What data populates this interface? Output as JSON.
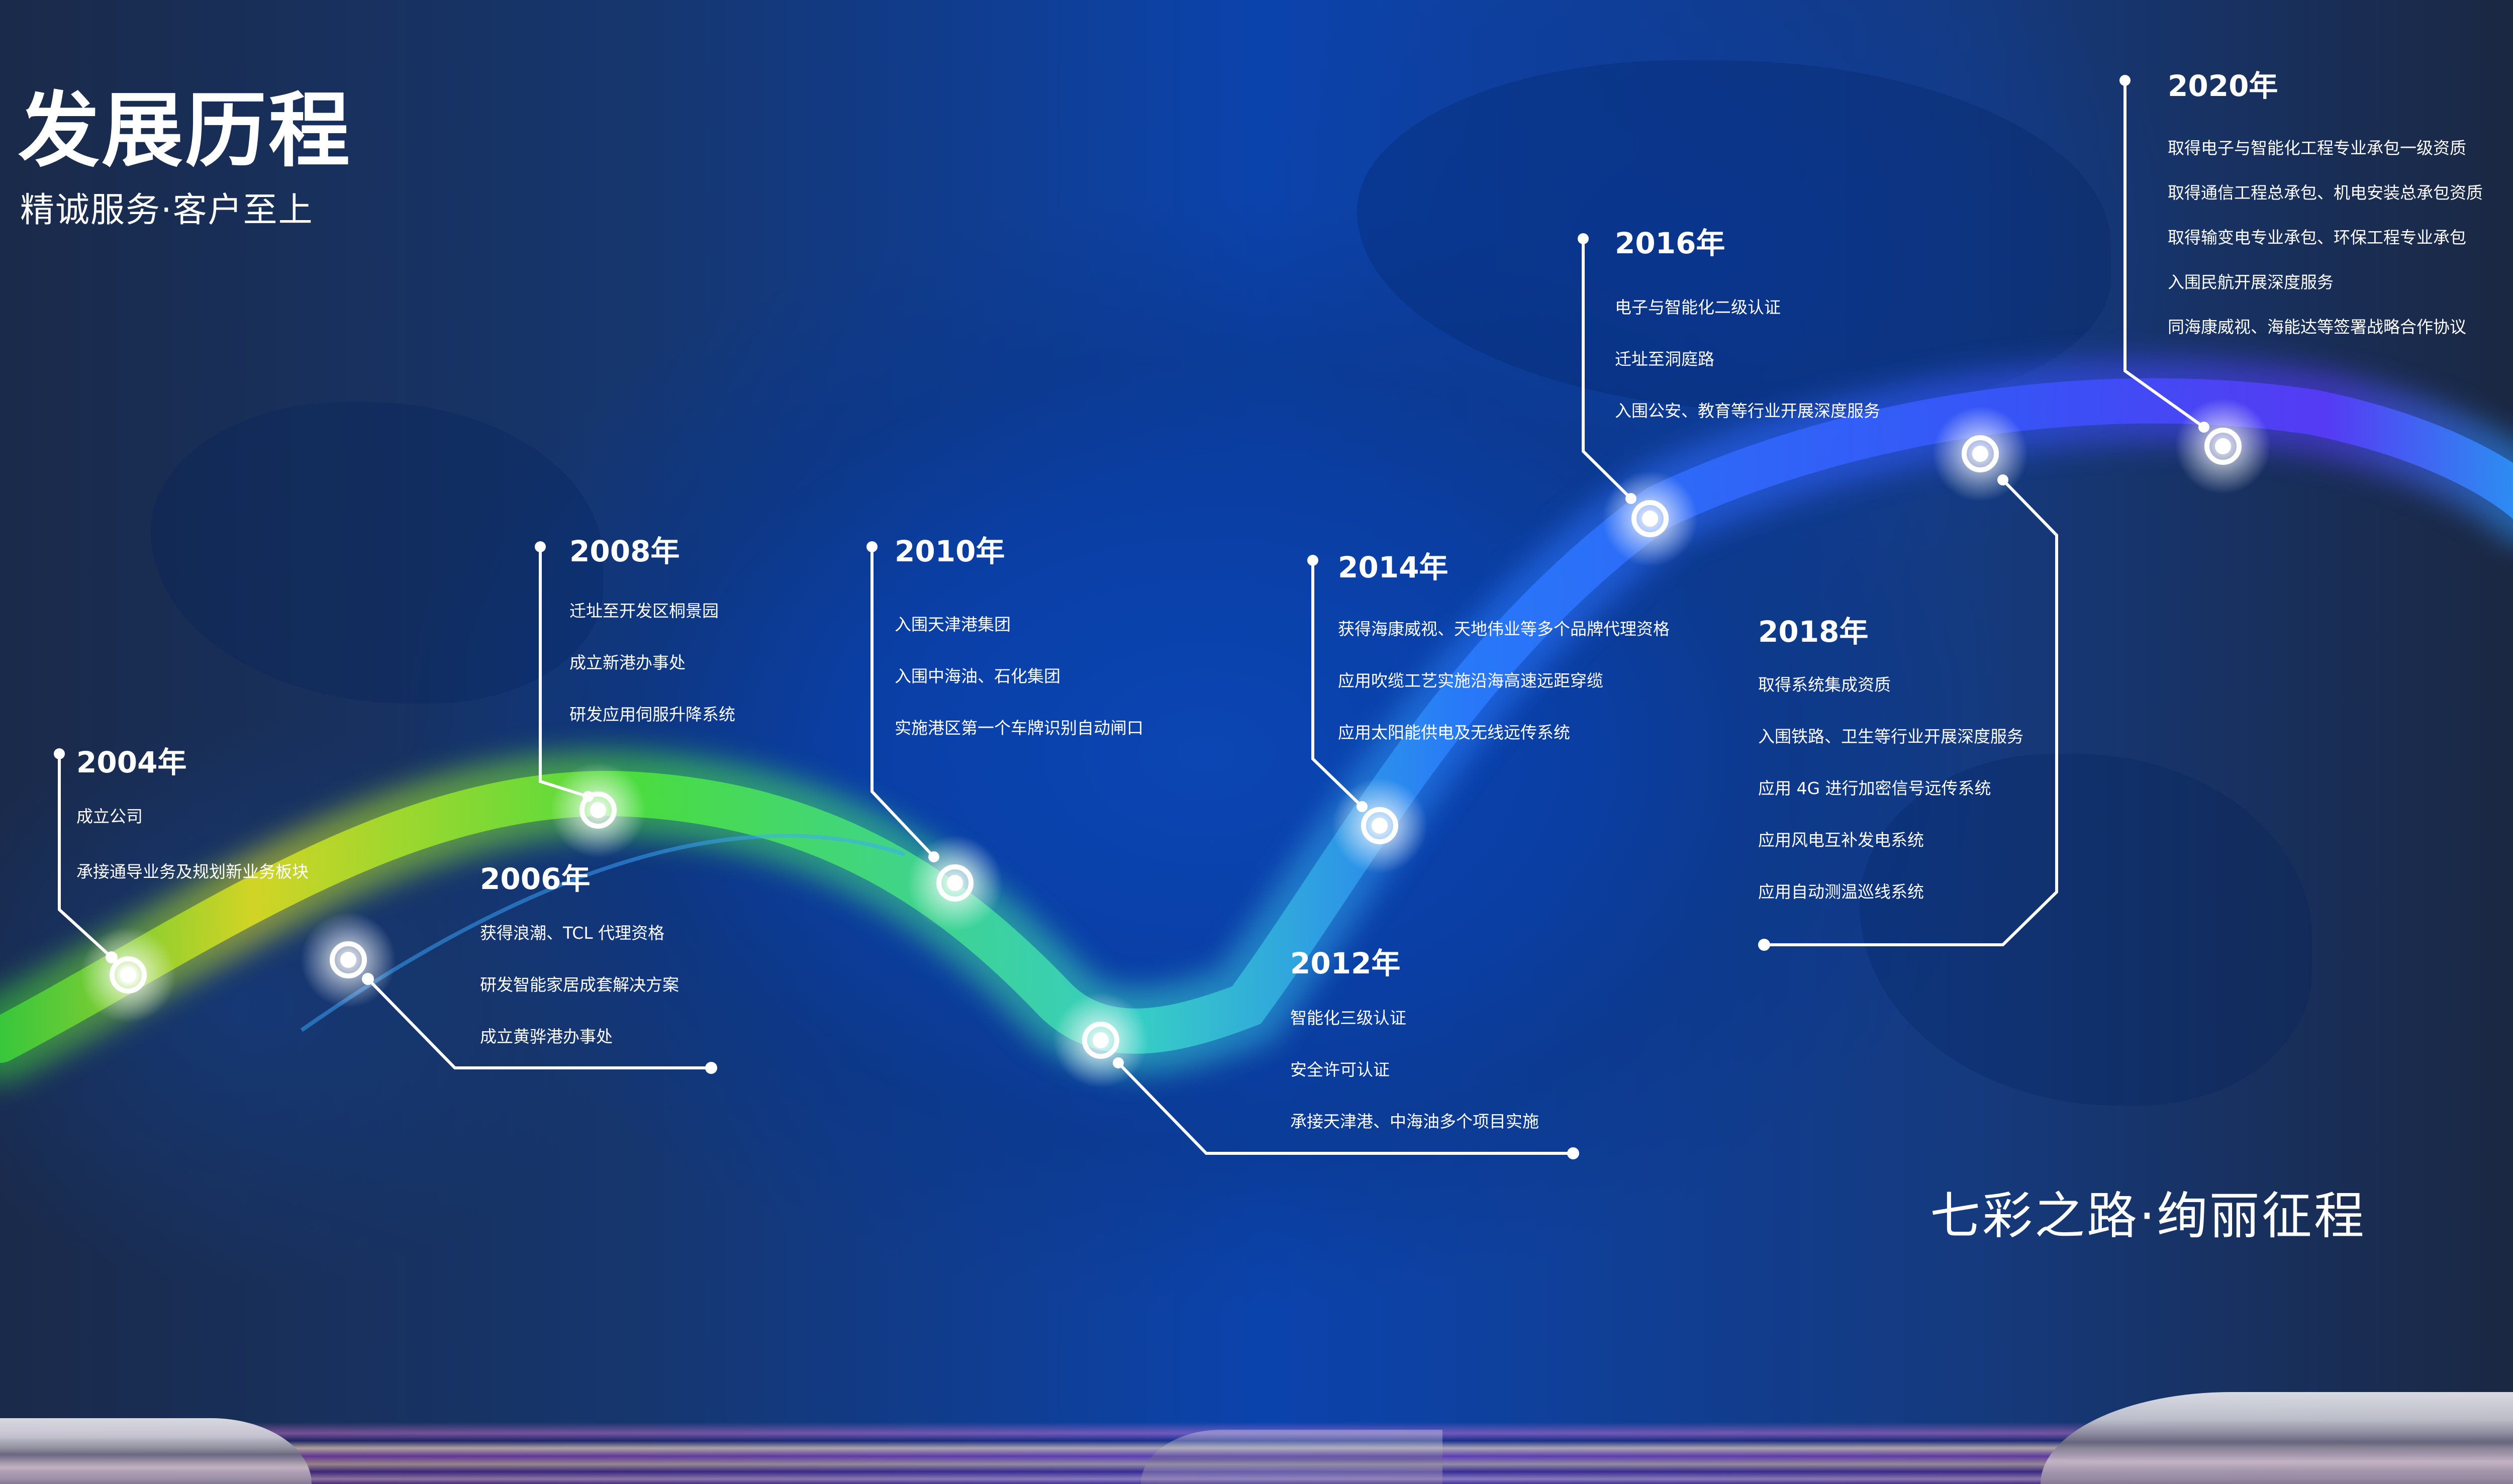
{
  "header": {
    "title": "发展历程",
    "subtitle": "精诚服务·客户至上"
  },
  "slogan": "七彩之路·绚丽征程",
  "colors": {
    "background_dark": "#1b2740",
    "background_blue": "#0b43ad",
    "ribbon_yellow": "#e0e020",
    "ribbon_green": "#4fe83a",
    "ribbon_cyan": "#3ad8c8",
    "ribbon_blue": "#2a7cff",
    "ribbon_violet": "#5a3cff",
    "text": "#ffffff"
  },
  "milestones": [
    {
      "year": "2004年",
      "items": [
        "成立公司",
        "承接通导业务及规划新业务板块"
      ]
    },
    {
      "year": "2006年",
      "items": [
        "获得浪潮、TCL 代理资格",
        "研发智能家居成套解决方案",
        "成立黄骅港办事处"
      ]
    },
    {
      "year": "2008年",
      "items": [
        "迁址至开发区桐景园",
        "成立新港办事处",
        "研发应用伺服升降系统"
      ]
    },
    {
      "year": "2010年",
      "items": [
        "入围天津港集团",
        "入围中海油、石化集团",
        "实施港区第一个车牌识别自动闸口"
      ]
    },
    {
      "year": "2012年",
      "items": [
        "智能化三级认证",
        "安全许可认证",
        "承接天津港、中海油多个项目实施"
      ]
    },
    {
      "year": "2014年",
      "items": [
        "获得海康威视、天地伟业等多个品牌代理资格",
        "应用吹缆工艺实施沿海高速远距穿缆",
        "应用太阳能供电及无线远传系统"
      ]
    },
    {
      "year": "2016年",
      "items": [
        "电子与智能化二级认证",
        "迁址至洞庭路",
        "入围公安、教育等行业开展深度服务"
      ]
    },
    {
      "year": "2018年",
      "items": [
        "取得系统集成资质",
        "入围铁路、卫生等行业开展深度服务",
        "应用 4G 进行加密信号远传系统",
        "应用风电互补发电系统",
        "应用自动测温巡线系统"
      ]
    },
    {
      "year": "2020年",
      "items": [
        "取得电子与智能化工程专业承包一级资质",
        "取得通信工程总承包、机电安装总承包资质",
        "取得输变电专业承包、环保工程专业承包",
        "入围民航开展深度服务",
        "同海康威视、海能达等签署战略合作协议"
      ]
    }
  ]
}
